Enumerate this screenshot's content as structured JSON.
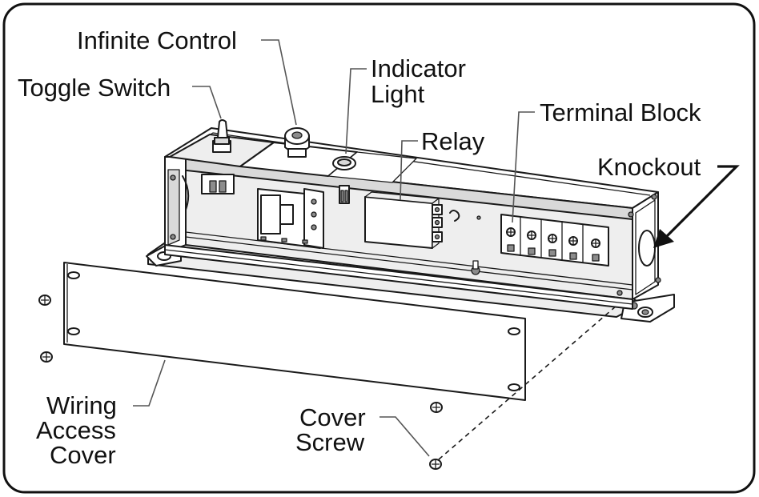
{
  "labels": {
    "infinite_control": "Infinite Control",
    "toggle_switch": "Toggle Switch",
    "indicator_light_1": "Indicator",
    "indicator_light_2": "Light",
    "terminal_block": "Terminal Block",
    "relay": "Relay",
    "knockout": "Knockout",
    "wiring_access_cover_1": "Wiring",
    "wiring_access_cover_2": "Access",
    "wiring_access_cover_3": "Cover",
    "cover_screw_1": "Cover",
    "cover_screw_2": "Screw"
  },
  "colors": {
    "line": "#1a1a1a",
    "leader": "#555555",
    "metal": "#d9d9d9",
    "background": "#ffffff"
  }
}
